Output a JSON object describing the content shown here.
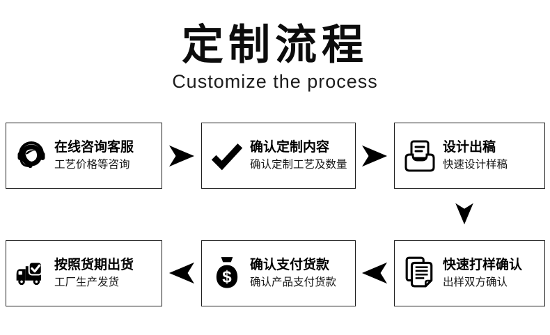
{
  "header": {
    "title": "定制流程",
    "subtitle": "Customize the process"
  },
  "steps": [
    {
      "title": "在线咨询客服",
      "subtitle": "工艺价格等咨询",
      "icon": "customer-service-headset-icon"
    },
    {
      "title": "确认定制内容",
      "subtitle": "确认定制工艺及数量",
      "icon": "checkmark-icon"
    },
    {
      "title": "设计出稿",
      "subtitle": "快速设计样稿",
      "icon": "design-draft-inbox-icon"
    },
    {
      "title": "快速打样确认",
      "subtitle": "出样双方确认",
      "icon": "sample-documents-icon"
    },
    {
      "title": "确认支付货款",
      "subtitle": "确认产品支付货款",
      "icon": "money-bag-icon"
    },
    {
      "title": "按照货期出货",
      "subtitle": "工厂生产发货",
      "icon": "delivery-truck-check-icon"
    }
  ],
  "flow": {
    "arrows": [
      {
        "direction": "right",
        "from": 1,
        "to": 2
      },
      {
        "direction": "right",
        "from": 2,
        "to": 3
      },
      {
        "direction": "down",
        "from": 3,
        "to": 4
      },
      {
        "direction": "left",
        "from": 4,
        "to": 5
      },
      {
        "direction": "left",
        "from": 5,
        "to": 6
      }
    ]
  },
  "colors": {
    "ink": "#000000",
    "border": "#1f1f1f",
    "background": "#ffffff"
  }
}
